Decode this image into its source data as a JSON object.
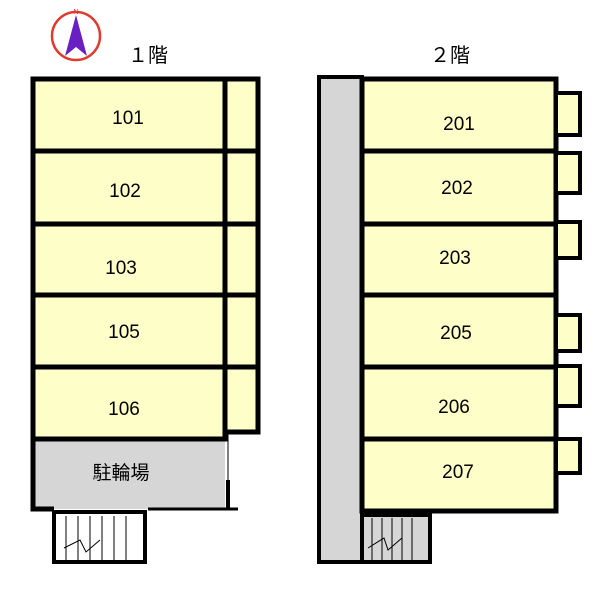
{
  "compass": {
    "north_label": "N",
    "ring_color": "#e03a2e",
    "arrow_color": "#6a1fc2"
  },
  "floors": {
    "first": {
      "title": "１階",
      "units": [
        "101",
        "102",
        "103",
        "105",
        "106"
      ],
      "bicycle_parking": "駐輪場"
    },
    "second": {
      "title": "２階",
      "units": [
        "201",
        "202",
        "203",
        "205",
        "206",
        "207"
      ]
    }
  },
  "colors": {
    "unit_fill": "#fefec8",
    "corridor_fill": "#d6d6d6",
    "wall": "#000000"
  }
}
